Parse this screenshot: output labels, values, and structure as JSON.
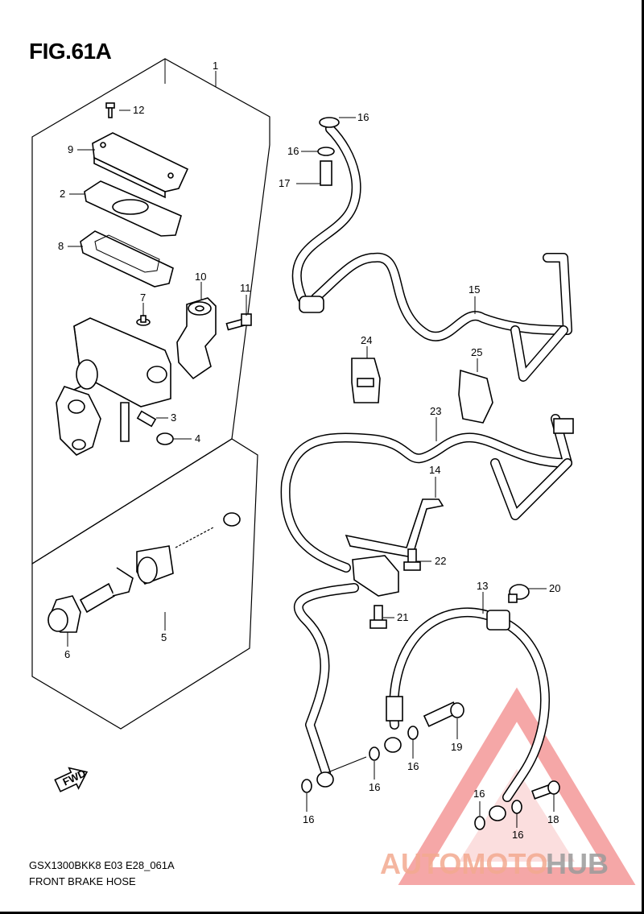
{
  "diagram": {
    "figure_title": "FIG.61A",
    "model_code": "GSX1300BKK8 E03 E28_061A",
    "caption": "FRONT BRAKE HOSE",
    "fwd_label": "FWD",
    "part_numbers": {
      "p1": "1",
      "p2": "2",
      "p3": "3",
      "p4": "4",
      "p5": "5",
      "p6": "6",
      "p7": "7",
      "p8": "8",
      "p9": "9",
      "p10": "10",
      "p11": "11",
      "p12": "12",
      "p13": "13",
      "p14": "14",
      "p15": "15",
      "p16": "16",
      "p17": "17",
      "p18": "18",
      "p19": "19",
      "p20": "20",
      "p21": "21",
      "p22": "22",
      "p23": "23",
      "p24": "24",
      "p25": "25"
    }
  },
  "watermark": {
    "word_part1": "AUTOMOTO",
    "word_part2": "HUB",
    "color_primary": "#f2a98f",
    "color_secondary": "#9a9a9a",
    "triangle_color": "#f28a8a"
  }
}
